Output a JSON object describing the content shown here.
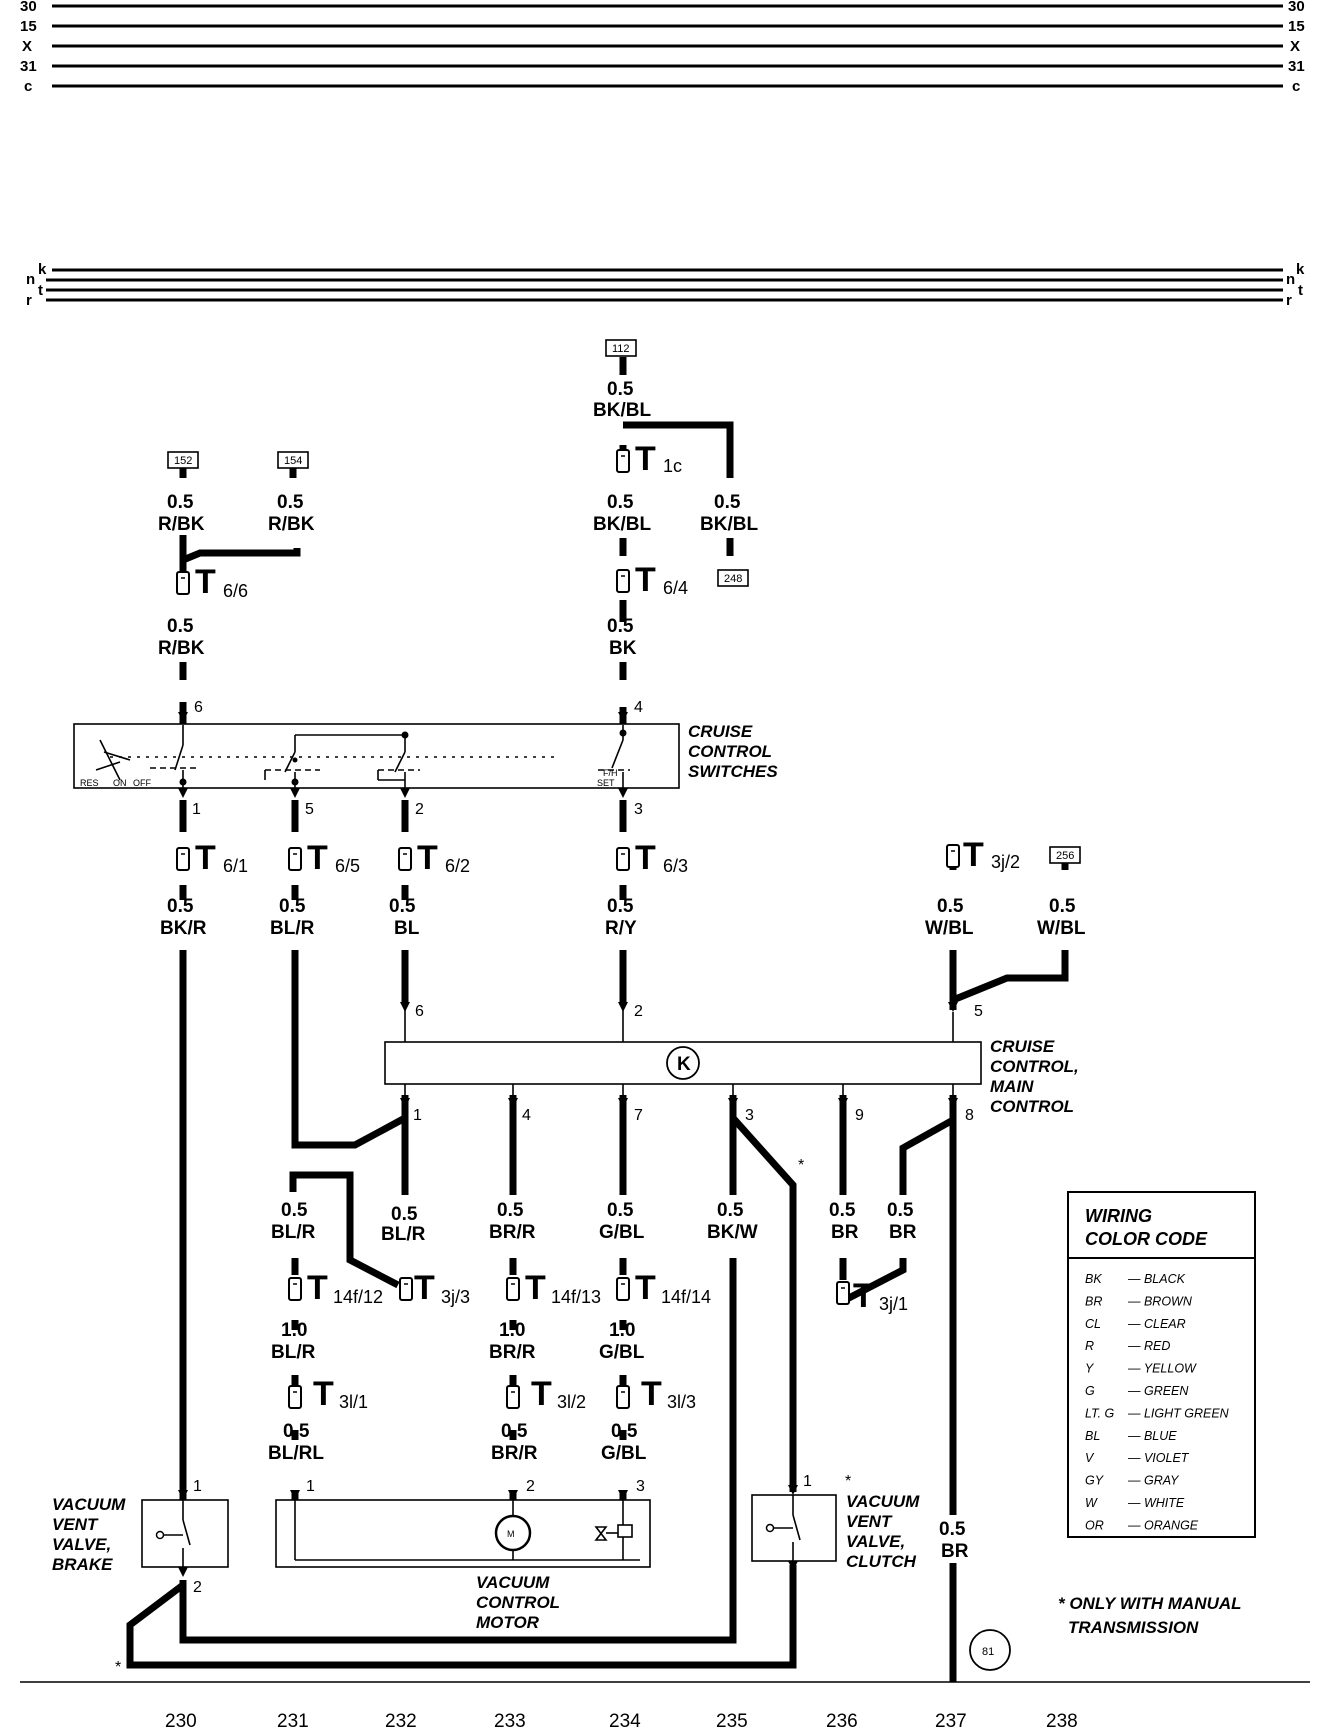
{
  "rails_top": [
    "30",
    "15",
    "X",
    "31",
    "c"
  ],
  "rails_mid": [
    {
      "left": "k",
      "right": "k"
    },
    {
      "left": "n",
      "right": "n"
    },
    {
      "left": "t",
      "right": "t"
    },
    {
      "left": "r",
      "right": "r"
    }
  ],
  "refs": {
    "r112": "112",
    "r152": "152",
    "r154": "154",
    "r248": "248",
    "r256": "256",
    "r81": "81"
  },
  "wires": {
    "w_bkbl_top": [
      "0.5",
      "BK/BL"
    ],
    "w_rbk_152": [
      "0.5",
      "R/BK"
    ],
    "w_rbk_154": [
      "0.5",
      "R/BK"
    ],
    "w_bkbl_l": [
      "0.5",
      "BK/BL"
    ],
    "w_bkbl_r": [
      "0.5",
      "BK/BL"
    ],
    "w_rbk_sw": [
      "0.5",
      "R/BK"
    ],
    "w_bk_sw": [
      "0.5",
      "BK"
    ],
    "w_bkr": [
      "0.5",
      "BK/R"
    ],
    "w_blr": [
      "0.5",
      "BL/R"
    ],
    "w_bl": [
      "0.5",
      "BL"
    ],
    "w_ry": [
      "0.5",
      "R/Y"
    ],
    "w_wbl_l": [
      "0.5",
      "W/BL"
    ],
    "w_wbl_r": [
      "0.5",
      "W/BL"
    ],
    "w_blr_a": [
      "0.5",
      "BL/R"
    ],
    "w_blr_b": [
      "0.5",
      "BL/R"
    ],
    "w_brr": [
      "0.5",
      "BR/R"
    ],
    "w_gbl": [
      "0.5",
      "G/BL"
    ],
    "w_bkw": [
      "0.5",
      "BK/W"
    ],
    "w_br_a": [
      "0.5",
      "BR"
    ],
    "w_br_b": [
      "0.5",
      "BR"
    ],
    "w_blr_10": [
      "1.0",
      "BL/R"
    ],
    "w_brr_10": [
      "1.0",
      "BR/R"
    ],
    "w_gbl_10": [
      "1.0",
      "G/BL"
    ],
    "w_blrl": [
      "0.5",
      "BL/RL"
    ],
    "w_brr_m": [
      "0.5",
      "BR/R"
    ],
    "w_gbl_m": [
      "0.5",
      "G/BL"
    ],
    "w_br_gnd": [
      "0.5",
      "BR"
    ]
  },
  "connectors": {
    "t1c": [
      "T",
      "1c"
    ],
    "t66": [
      "T",
      "6/6"
    ],
    "t64": [
      "T",
      "6/4"
    ],
    "t61": [
      "T",
      "6/1"
    ],
    "t65": [
      "T",
      "6/5"
    ],
    "t62": [
      "T",
      "6/2"
    ],
    "t63": [
      "T",
      "6/3"
    ],
    "t3j2": [
      "T",
      "3j/2"
    ],
    "t14f12": [
      "T",
      "14f/12"
    ],
    "t3j3": [
      "T",
      "3j/3"
    ],
    "t14f13": [
      "T",
      "14f/13"
    ],
    "t14f14": [
      "T",
      "14f/14"
    ],
    "t3j1": [
      "T",
      "3j/1"
    ],
    "t3l1": [
      "T",
      "3l/1"
    ],
    "t3l2": [
      "T",
      "3l/2"
    ],
    "t3l3": [
      "T",
      "3l/3"
    ]
  },
  "pins": {
    "sw6": "6",
    "sw4": "4",
    "sw1": "1",
    "sw5": "5",
    "sw2": "2",
    "sw3": "3",
    "mc6": "6",
    "mc2": "2",
    "mc5": "5",
    "mc1": "1",
    "mc4": "4",
    "mc7": "7",
    "mc3": "3",
    "mc9": "9",
    "mc8": "8",
    "vb1": "1",
    "vb2": "2",
    "vm1": "1",
    "vm2": "2",
    "vm3": "3",
    "vc1": "1"
  },
  "components": {
    "switches": [
      "CRUISE",
      "CONTROL",
      "SWITCHES"
    ],
    "switch_marks": {
      "res": "RES",
      "on": "ON",
      "off": "OFF",
      "fh": "F/H",
      "set": "SET"
    },
    "main": [
      "CRUISE",
      "CONTROL,",
      "MAIN",
      "CONTROL"
    ],
    "main_symbol": "K",
    "motor_symbol": "M",
    "valve_brake": [
      "VACUUM",
      "VENT",
      "VALVE,",
      "BRAKE"
    ],
    "motor": [
      "VACUUM",
      "CONTROL",
      "MOTOR"
    ],
    "valve_clutch": [
      "VACUUM",
      "VENT",
      "VALVE,",
      "CLUTCH"
    ]
  },
  "asterisks": {
    "a1": "*",
    "a2": "*",
    "a3": "*"
  },
  "color_code": {
    "title": [
      "WIRING",
      "COLOR CODE"
    ],
    "entries": [
      [
        "BK",
        "— BLACK"
      ],
      [
        "BR",
        "— BROWN"
      ],
      [
        "CL",
        "— CLEAR"
      ],
      [
        "R",
        "— RED"
      ],
      [
        "Y",
        "— YELLOW"
      ],
      [
        "G",
        "— GREEN"
      ],
      [
        "LT. G",
        "— LIGHT GREEN"
      ],
      [
        "BL",
        "— BLUE"
      ],
      [
        "V",
        "— VIOLET"
      ],
      [
        "GY",
        "— GRAY"
      ],
      [
        "W",
        "— WHITE"
      ],
      [
        "OR",
        "— ORANGE"
      ]
    ]
  },
  "footnote": [
    "* ONLY WITH MANUAL",
    "TRANSMISSION"
  ],
  "columns": [
    "230",
    "231",
    "232",
    "233",
    "234",
    "235",
    "236",
    "237",
    "238"
  ]
}
